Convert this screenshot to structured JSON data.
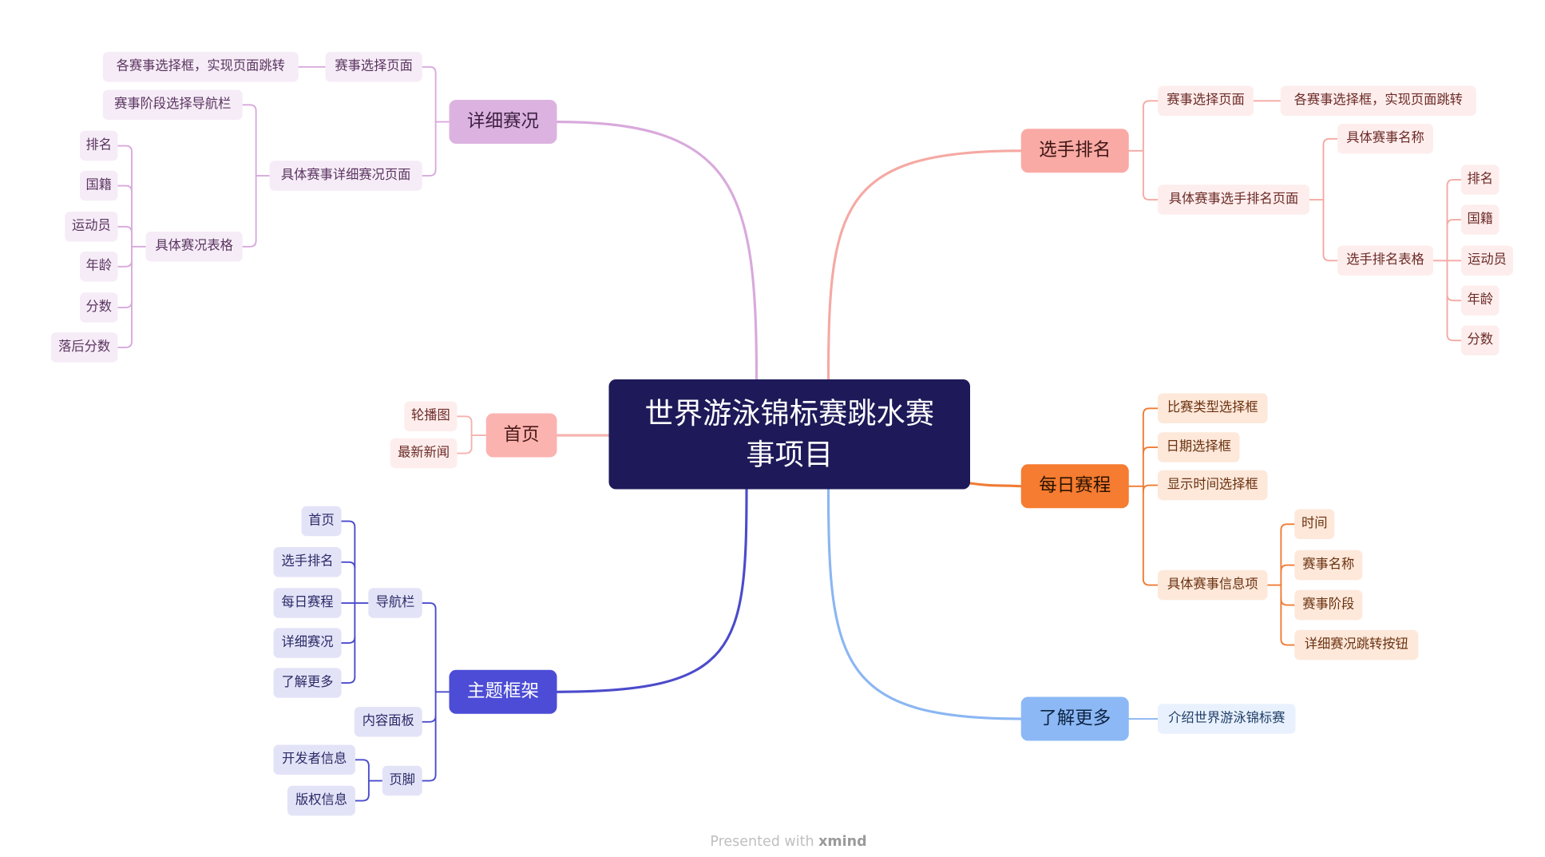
{
  "root": {
    "title": "世界游泳锦标赛跳水赛事项目"
  },
  "branches": [
    {
      "key": "detail",
      "label": "详细赛况",
      "color": "#d8a9dc",
      "fill": "#dcb3e0",
      "text": "#3c1f40",
      "leaf_fill": "#f6ecf7",
      "leaf_text": "#5a3460",
      "children": [
        {
          "label": "赛事选择页面",
          "children": [
            {
              "label": "各赛事选择框，实现页面跳转"
            }
          ]
        },
        {
          "label": "具体赛事详细赛况页面",
          "children": [
            {
              "label": "赛事阶段选择导航栏"
            },
            {
              "label": "具体赛况表格",
              "children": [
                {
                  "label": "排名"
                },
                {
                  "label": "国籍"
                },
                {
                  "label": "运动员"
                },
                {
                  "label": "年龄"
                },
                {
                  "label": "分数"
                },
                {
                  "label": "落后分数"
                }
              ]
            }
          ]
        }
      ]
    },
    {
      "key": "home",
      "label": "首页",
      "color": "#f6b2ae",
      "fill": "#fbb3b0",
      "text": "#4a1a18",
      "leaf_fill": "#fdeeed",
      "leaf_text": "#6b2a26",
      "children": [
        {
          "label": "轮播图"
        },
        {
          "label": "最新新闻"
        }
      ]
    },
    {
      "key": "frame",
      "label": "主题框架",
      "color": "#4b4bcc",
      "fill": "#4c4cd6",
      "text": "#ffffff",
      "leaf_fill": "#e3e3f8",
      "leaf_text": "#2a2a66",
      "children": [
        {
          "label": "导航栏",
          "children": [
            {
              "label": "首页"
            },
            {
              "label": "选手排名"
            },
            {
              "label": "每日赛程"
            },
            {
              "label": "详细赛况"
            },
            {
              "label": "了解更多"
            }
          ]
        },
        {
          "label": "内容面板"
        },
        {
          "label": "页脚",
          "children": [
            {
              "label": "开发者信息"
            },
            {
              "label": "版权信息"
            }
          ]
        }
      ]
    },
    {
      "key": "rank",
      "label": "选手排名",
      "color": "#f5a9a3",
      "fill": "#f9aaa5",
      "text": "#3d1513",
      "leaf_fill": "#fdeeed",
      "leaf_text": "#6b2a26",
      "children": [
        {
          "label": "赛事选择页面",
          "children": [
            {
              "label": "各赛事选择框，实现页面跳转"
            }
          ]
        },
        {
          "label": "具体赛事选手排名页面",
          "children": [
            {
              "label": "具体赛事名称"
            },
            {
              "label": "选手排名表格",
              "children": [
                {
                  "label": "排名"
                },
                {
                  "label": "国籍"
                },
                {
                  "label": "运动员"
                },
                {
                  "label": "年龄"
                },
                {
                  "label": "分数"
                }
              ]
            }
          ]
        }
      ]
    },
    {
      "key": "daily",
      "label": "每日赛程",
      "color": "#f07b34",
      "fill": "#f57c30",
      "text": "#2b1200",
      "leaf_fill": "#fde8da",
      "leaf_text": "#6b3210",
      "children": [
        {
          "label": "比赛类型选择框"
        },
        {
          "label": "日期选择框"
        },
        {
          "label": "显示时间选择框"
        },
        {
          "label": "具体赛事信息项",
          "children": [
            {
              "label": "时间"
            },
            {
              "label": "赛事名称"
            },
            {
              "label": "赛事阶段"
            },
            {
              "label": "详细赛况跳转按钮"
            }
          ]
        }
      ]
    },
    {
      "key": "more",
      "label": "了解更多",
      "color": "#8bb6f2",
      "fill": "#8cb8f5",
      "text": "#0d2444",
      "leaf_fill": "#e8f1fd",
      "leaf_text": "#1f3d66",
      "children": [
        {
          "label": "介绍世界游泳锦标赛"
        }
      ]
    }
  ],
  "footer": {
    "presented": "Presented with",
    "brand": "xmind"
  }
}
